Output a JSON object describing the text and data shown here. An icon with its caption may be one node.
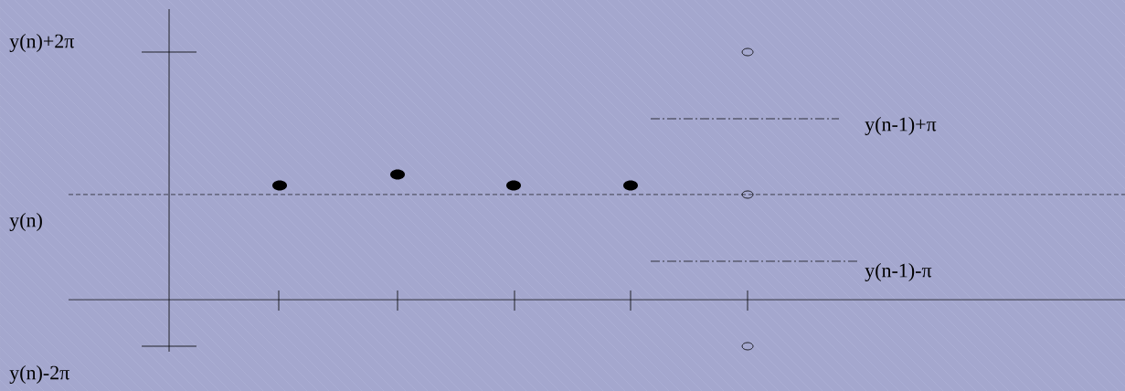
{
  "diagram": {
    "labels": [
      "y(n)+2π",
      "y(n-1)+π",
      "y(n)",
      "y(n-1)-π",
      "y(n)-2π"
    ]
  }
}
